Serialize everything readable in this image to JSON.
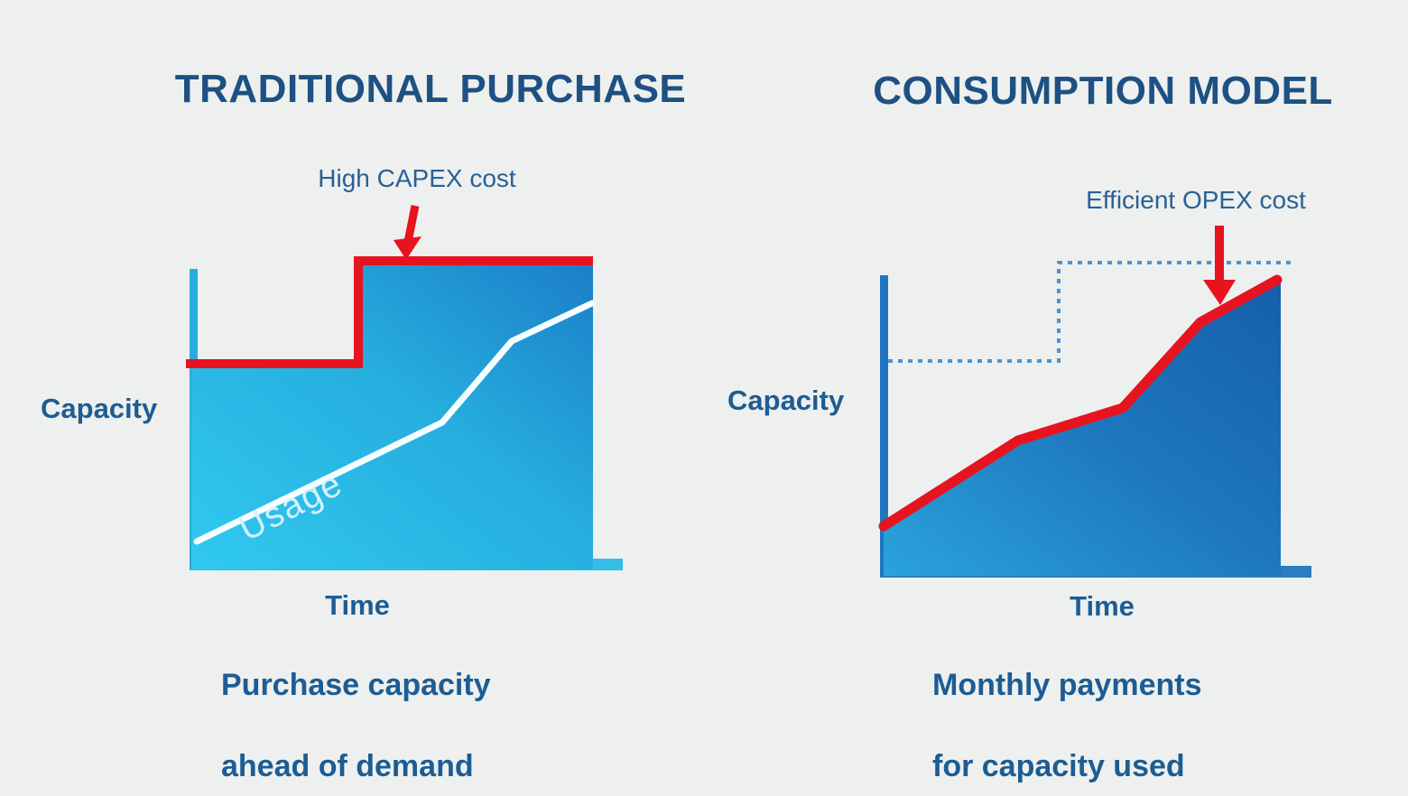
{
  "left_panel": {
    "title": "TRADITIONAL PURCHASE",
    "annotation": "High CAPEX cost",
    "y_axis_label": "Capacity",
    "x_axis_label": "Time",
    "series_label": "Usage",
    "caption_line1": "Purchase capacity",
    "caption_line2": "ahead of demand"
  },
  "right_panel": {
    "title": "CONSUMPTION MODEL",
    "annotation": "Efficient OPEX cost",
    "y_axis_label": "Capacity",
    "x_axis_label": "Time",
    "caption_line1": "Monthly payments",
    "caption_line2": "for capacity used"
  },
  "colors": {
    "background": "#edf0ee",
    "title_navy": "#1d5183",
    "label_navy": "#1d5c94",
    "annotation_blue": "#2a6096",
    "red_line": "#e7131f",
    "left_fill_light": "#30c9f0",
    "left_fill_dark": "#1b7ec8",
    "left_axis": "#2aabdf",
    "right_fill_light": "#2aa3db",
    "right_fill_dark": "#145fa9",
    "right_axis": "#1f76c0",
    "dotted_step": "#4d94d2",
    "usage_line": "#f5feff",
    "usage_text": "#d6f1fb"
  },
  "chart_data": [
    {
      "type": "area",
      "title": "TRADITIONAL PURCHASE",
      "xlabel": "Time",
      "ylabel": "Capacity",
      "series": [
        {
          "name": "Purchased capacity (stepped, red)",
          "x_norm": [
            0.0,
            0.42,
            0.42,
            1.0
          ],
          "y_norm": [
            0.67,
            0.67,
            1.0,
            1.0
          ]
        },
        {
          "name": "Usage (white)",
          "x_norm": [
            0.02,
            0.62,
            0.79,
            0.99
          ],
          "y_norm": [
            0.09,
            0.48,
            0.74,
            0.86
          ]
        }
      ],
      "annotation": "High CAPEX cost",
      "legend_position": "none",
      "grid": false
    },
    {
      "type": "area",
      "title": "CONSUMPTION MODEL",
      "xlabel": "Time",
      "ylabel": "Capacity",
      "series": [
        {
          "name": "Capacity used / paid monthly (red)",
          "x_norm": [
            0.01,
            0.34,
            0.6,
            0.79,
            0.98
          ],
          "y_norm": [
            0.16,
            0.45,
            0.56,
            0.84,
            0.98
          ]
        },
        {
          "name": "Traditional purchase reference (dotted step)",
          "x_norm": [
            0.02,
            0.44,
            0.44,
            1.0
          ],
          "y_norm": [
            0.71,
            0.71,
            1.04,
            1.04
          ]
        }
      ],
      "annotation": "Efficient OPEX cost",
      "legend_position": "none",
      "grid": false
    }
  ]
}
